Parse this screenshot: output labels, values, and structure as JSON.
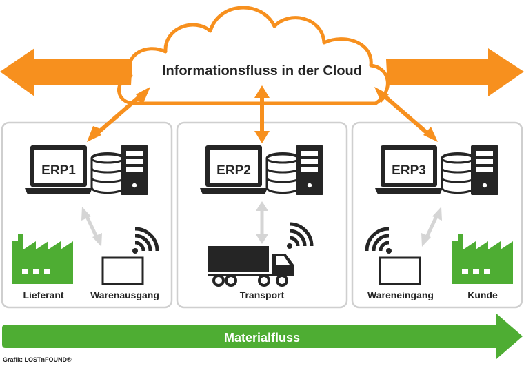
{
  "cloud": {
    "title": "Informationsfluss in der Cloud"
  },
  "systems": [
    {
      "erp": "ERP1",
      "left_label": "Lieferant",
      "right_label": "Warenausgang"
    },
    {
      "erp": "ERP2",
      "center_label": "Transport"
    },
    {
      "erp": "ERP3",
      "left_label": "Wareneingang",
      "right_label": "Kunde"
    }
  ],
  "material_flow": {
    "label": "Materialfluss"
  },
  "credit": "Grafik: LOSTnFOUND®",
  "colors": {
    "orange": "#f7901e",
    "green": "#4ead33",
    "dark": "#252525",
    "panel_border": "#cfcfcf",
    "light_arrow": "#d5d5d5"
  },
  "icons": [
    "laptop-icon",
    "database-icon",
    "server-icon",
    "factory-icon",
    "scanner-icon",
    "wifi-icon",
    "truck-icon"
  ]
}
